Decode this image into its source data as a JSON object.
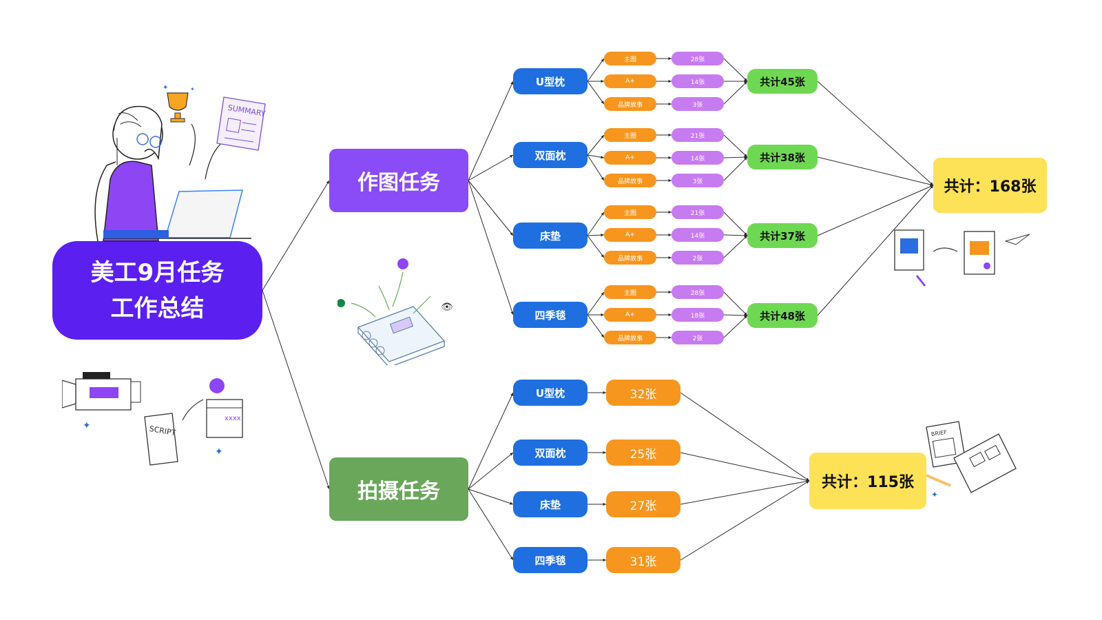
{
  "root": {
    "line1": "美工9月任务",
    "line2": "工作总结"
  },
  "drawing": {
    "title": "作图任务",
    "groups": [
      {
        "name": "U型枕",
        "rows": [
          {
            "label": "主图",
            "count": "28张"
          },
          {
            "label": "A+",
            "count": "14张"
          },
          {
            "label": "品牌故事",
            "count": "3张"
          }
        ],
        "total": "共计45张"
      },
      {
        "name": "双面枕",
        "rows": [
          {
            "label": "主图",
            "count": "21张"
          },
          {
            "label": "A+",
            "count": "14张"
          },
          {
            "label": "品牌故事",
            "count": "3张"
          }
        ],
        "total": "共计38张"
      },
      {
        "name": "床垫",
        "rows": [
          {
            "label": "主图",
            "count": "21张"
          },
          {
            "label": "A+",
            "count": "14张"
          },
          {
            "label": "品牌故事",
            "count": "2张"
          }
        ],
        "total": "共计37张"
      },
      {
        "name": "四季毯",
        "rows": [
          {
            "label": "主图",
            "count": "28张"
          },
          {
            "label": "A+",
            "count": "18张"
          },
          {
            "label": "品牌故事",
            "count": "2张"
          }
        ],
        "total": "共计48张"
      }
    ],
    "grand_total": "共计：168张"
  },
  "shooting": {
    "title": "拍摄任务",
    "items": [
      {
        "name": "U型枕",
        "count": "32张"
      },
      {
        "name": "双面枕",
        "count": "25张"
      },
      {
        "name": "床垫",
        "count": "27张"
      },
      {
        "name": "四季毯",
        "count": "31张"
      }
    ],
    "grand_total": "共计：115张"
  },
  "illustrations": {
    "summary_paper": "SUMMARY",
    "script_paper": "SCRIPT",
    "brief_paper": "BRIEF"
  },
  "colors": {
    "root": "#5b1ff0",
    "drawing": "#8a4cf7",
    "shooting": "#6aa75a",
    "category": "#1f6fe0",
    "orange": "#f7961e",
    "purple": "#c77bf0",
    "green_total": "#6fd853",
    "grand_total": "#fde157"
  },
  "icons": [
    "trophy-icon",
    "camera-icon",
    "calendar-icon",
    "notebook-icon",
    "paper-plane-icon"
  ]
}
